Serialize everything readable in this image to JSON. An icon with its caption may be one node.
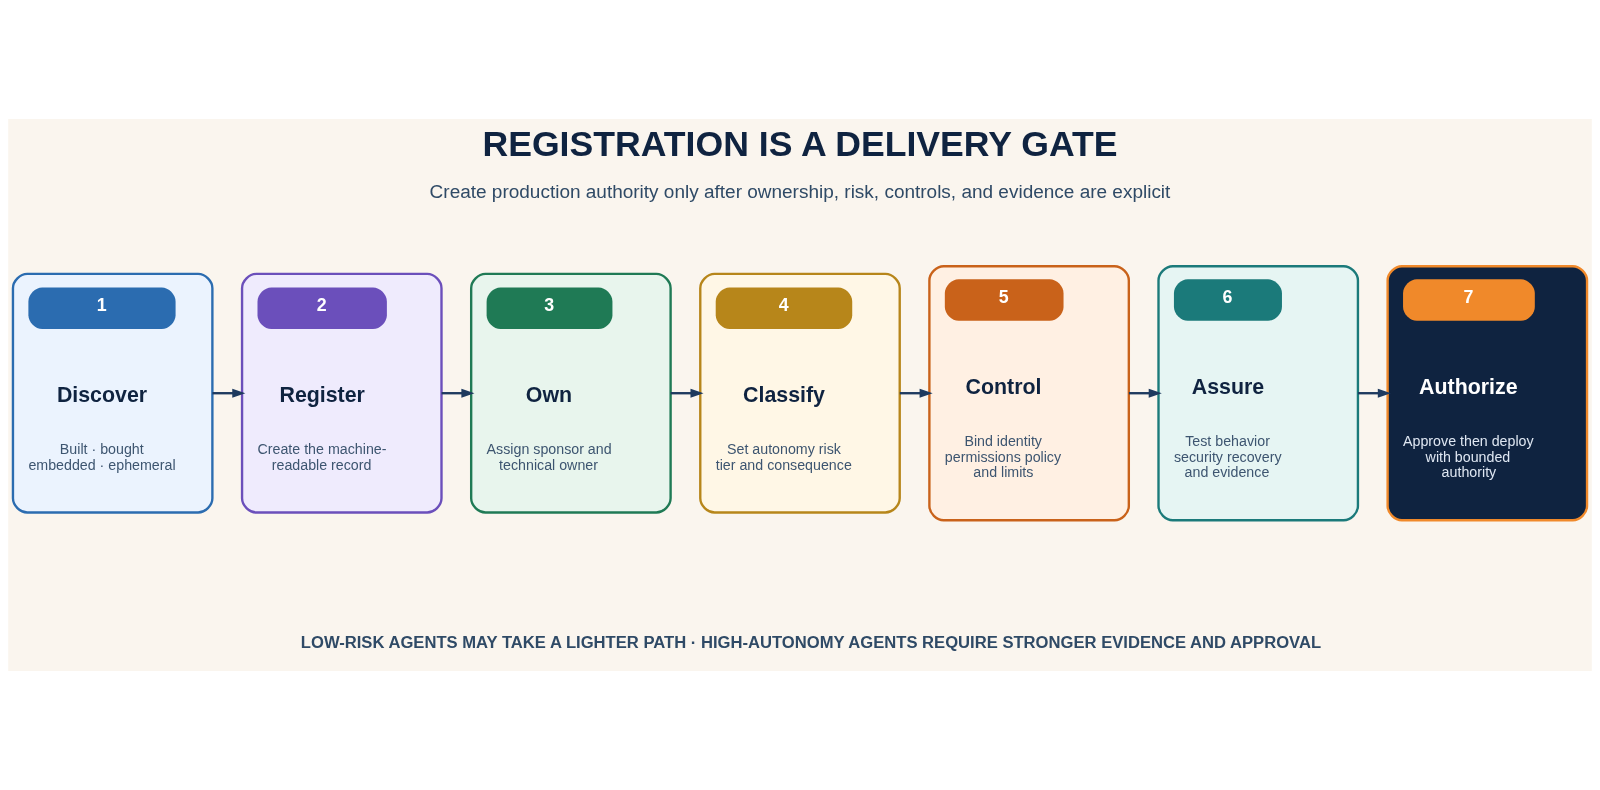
{
  "diagram": {
    "title": "REGISTRATION IS A DELIVERY GATE",
    "nodes": [
      {
        "text": [
          "1",
          "Discover",
          "Built · bought embedded · ephemeral"
        ]
      },
      {
        "text": [
          "2",
          "Register",
          "Create the machine-readable record"
        ]
      },
      {
        "text": [
          "3",
          "Own",
          "Assign sponsor and technical owner"
        ]
      },
      {
        "text": [
          "4",
          "Classify",
          "Set autonomy risk tier and consequence"
        ]
      },
      {
        "text": [
          "5",
          "Control",
          "Bind identity permissions policy and limits"
        ]
      },
      {
        "text": [
          "6",
          "Assure",
          "Test behavior security recovery and evidence"
        ]
      },
      {
        "text": [
          "7",
          "Authorize",
          "Approve then deploy with bounded authority"
        ]
      }
    ],
    "edges": [
      {
        "from": 0,
        "to": 1,
        "arrow": "to"
      },
      {
        "from": 1,
        "to": 2,
        "arrow": "to"
      },
      {
        "from": 2,
        "to": 3,
        "arrow": "to"
      },
      {
        "from": 3,
        "to": 4,
        "arrow": "to"
      },
      {
        "from": 4,
        "to": 5,
        "arrow": "to"
      },
      {
        "from": 5,
        "to": 6,
        "arrow": "to"
      }
    ],
    "labels": [
      "Create production authority only after ownership, risk, controls, and evidence are explicit",
      "LOW-RISK AGENTS MAY TAKE A LIGHTER PATH · HIGH-AUTONOMY AGENTS REQUIRE STRONGER EVIDENCE AND APPROVAL"
    ]
  }
}
